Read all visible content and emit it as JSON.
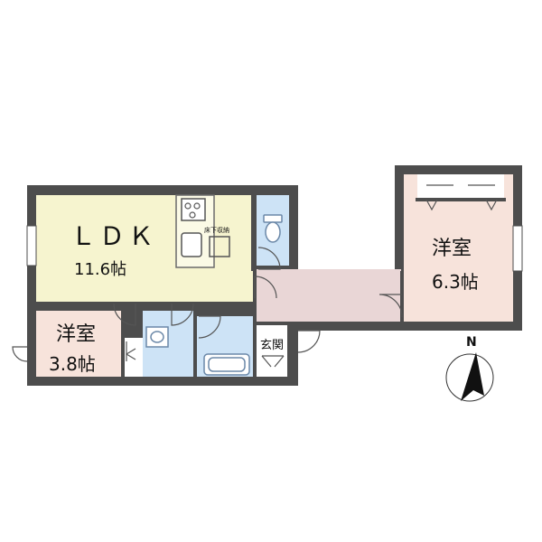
{
  "rooms": {
    "ldk": {
      "name": "ＬＤＫ",
      "area": "11.6帖",
      "color": "#f6f4cf"
    },
    "kitchen_note": {
      "text": "床下収納"
    },
    "western1": {
      "name": "洋室",
      "area": "6.3帖",
      "color": "#f7e3db"
    },
    "western2": {
      "name": "洋室",
      "area": "3.8帖",
      "color": "#f7e3db"
    },
    "entrance": {
      "name": "玄関"
    },
    "hall": {
      "color": "#e9d6d6"
    },
    "wet": {
      "color": "#cde3f6"
    }
  },
  "compass": {
    "label": "N"
  },
  "colors": {
    "wall": "#4d4d4d",
    "fixture": "#6b88a8"
  }
}
